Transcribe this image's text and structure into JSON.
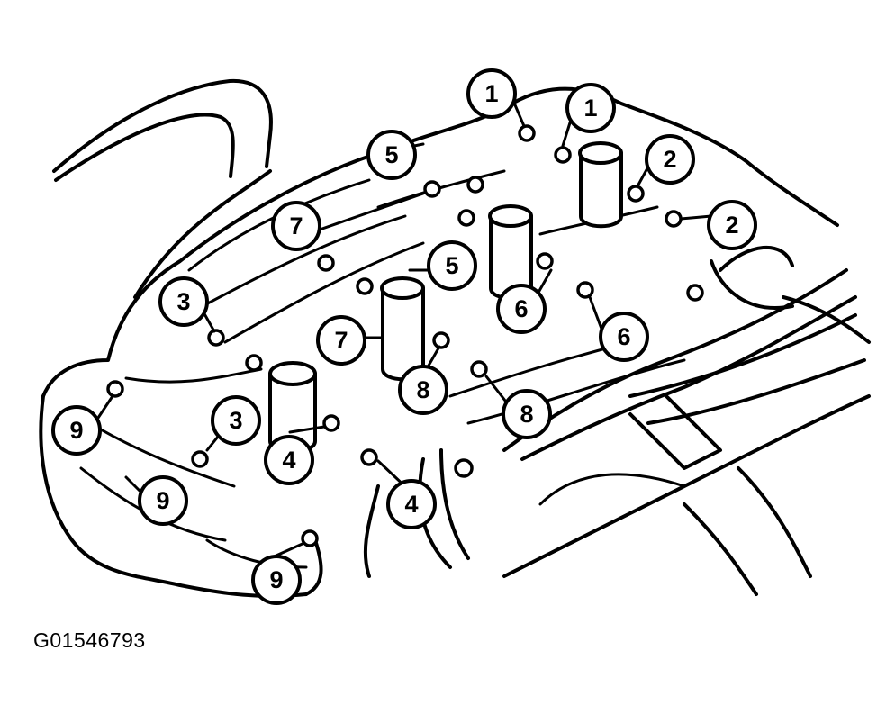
{
  "figure_id": "G01546793",
  "callouts": [
    "1",
    "1",
    "2",
    "2",
    "5",
    "7",
    "5",
    "3",
    "6",
    "6",
    "7",
    "8",
    "8",
    "3",
    "9",
    "4",
    "9",
    "4",
    "9"
  ]
}
